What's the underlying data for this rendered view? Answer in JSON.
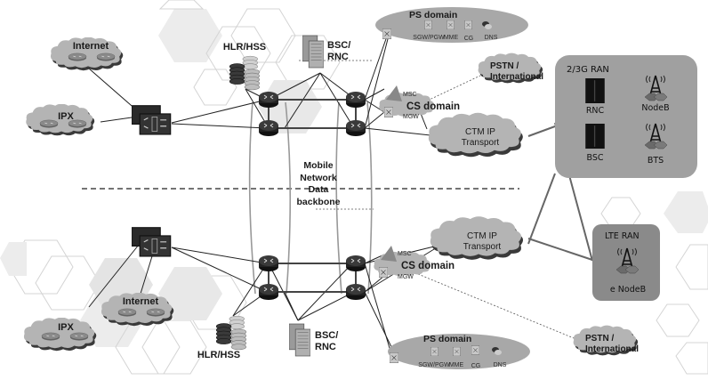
{
  "diagram": {
    "top_half": {
      "internet_cloud": "Internet",
      "ipx_cloud": "IPX",
      "hlr_hss": "HLR/HSS",
      "bsc_rnc_line1": "BSC/",
      "bsc_rnc_line2": "RNC",
      "ps_domain": {
        "title": "PS domain",
        "items": [
          "SGW/PGW",
          "MME",
          "CG",
          "DNS"
        ]
      },
      "pstn_line1": "PSTN /",
      "pstn_line2": "International",
      "cs_domain": {
        "title": "CS domain",
        "msc": "MSC",
        "mgw": "MGW"
      },
      "ctm_line1": "CTM IP",
      "ctm_line2": "Transport"
    },
    "bottom_half": {
      "internet_cloud": "Internet",
      "ipx_cloud": "IPX",
      "hlr_hss": "HLR/HSS",
      "bsc_rnc_line1": "BSC/",
      "bsc_rnc_line2": "RNC",
      "ps_domain": {
        "title": "PS domain",
        "items": [
          "SGW/PGW",
          "MME",
          "CG",
          "DNS"
        ]
      },
      "pstn_line1": "PSTN /",
      "pstn_line2": "International",
      "cs_domain": {
        "title": "CS domain",
        "msc": "MSC",
        "mgw": "MGW"
      },
      "ctm_line1": "CTM IP",
      "ctm_line2": "Transport"
    },
    "backbone": {
      "line1": "Mobile",
      "line2": "Network",
      "line3": "Data",
      "line4": "backbone"
    },
    "ran_23g": {
      "title": "2/3G RAN",
      "rnc": "RNC",
      "nodeb": "NodeB",
      "bsc": "BSC",
      "bts": "BTS"
    },
    "lte_ran": {
      "title": "LTE RAN",
      "enodeb": "e NodeB"
    }
  },
  "colors": {
    "cloud_fill": "#b4b4b4",
    "cloud_shadow": "#3a3a3a",
    "ps_domain_fill": "#a8a8a8",
    "ran_box_fill": "#a0a0a0",
    "lte_box_fill": "#8a8a8a",
    "router_fill": "#1e1e1e",
    "link_color": "#222222",
    "hexagon_stroke": "#d0d0d0",
    "hexagon_fill": "#ececec"
  }
}
